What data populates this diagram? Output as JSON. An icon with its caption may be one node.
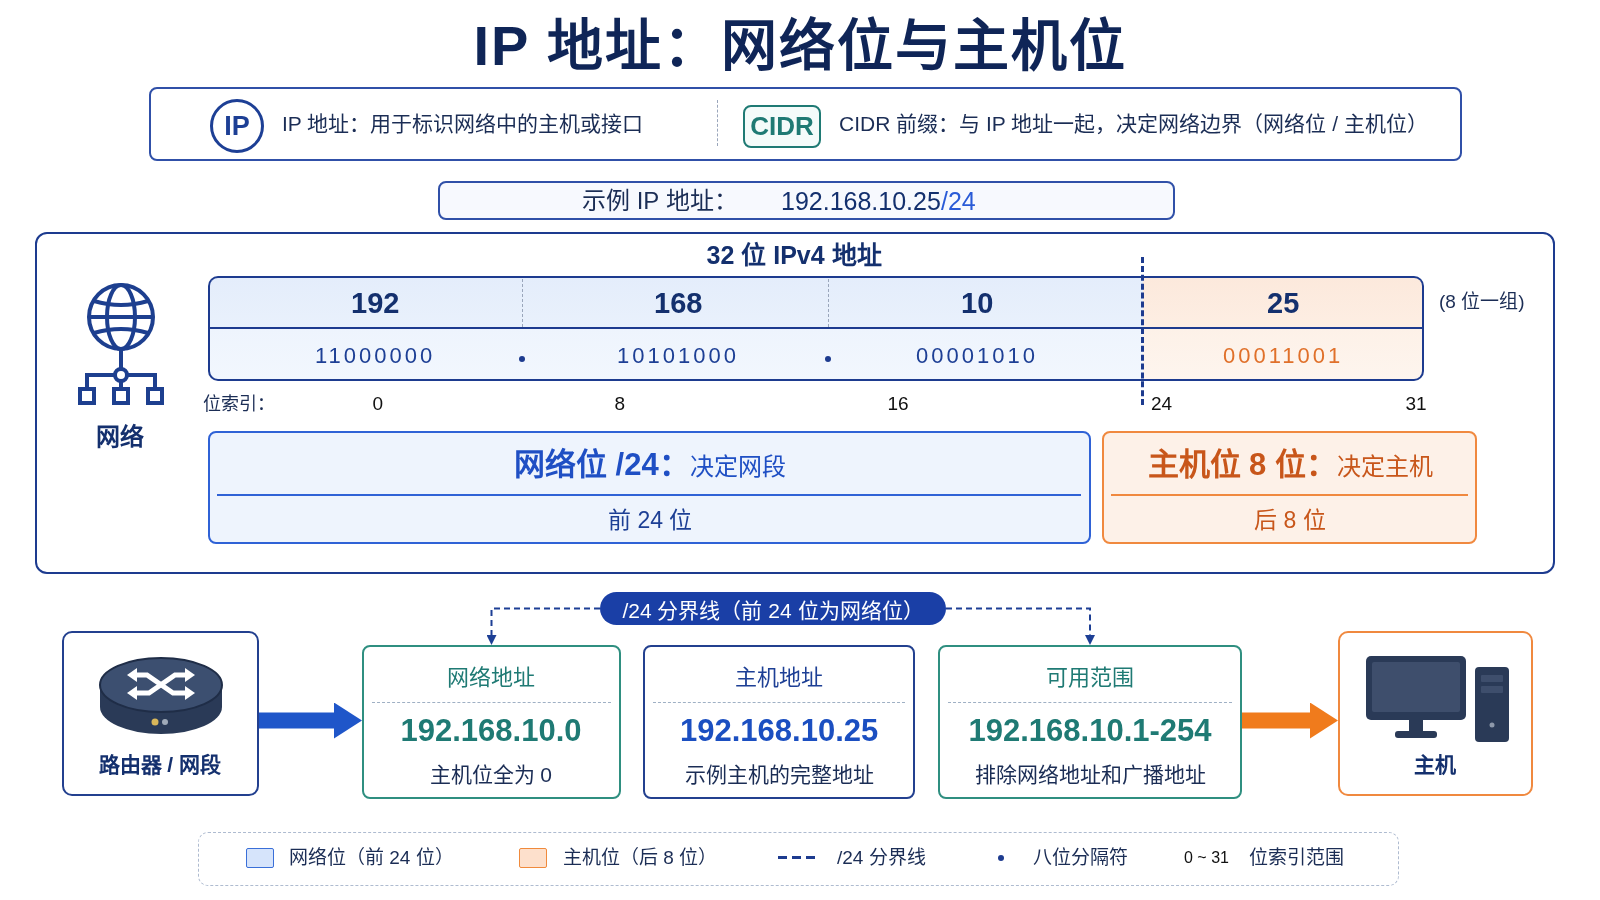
{
  "diagram": {
    "title": "IP 地址：网络位与主机位",
    "nodes": [
      {
        "text": [
          "IP 地址：用于标识网络中的主机或接口",
          "CIDR 前缀：与 IP 地址一起，决定网络边界（网络位 / 主机位）"
        ]
      },
      {
        "text": [
          "IP"
        ],
        "in": 0
      },
      {
        "text": [
          "CIDR"
        ],
        "in": 0
      },
      {
        "text": [
          "示例 IP 地址：",
          "192.168.10.25",
          "/24"
        ]
      },
      {
        "text": [
          "32 位 IPv4 地址"
        ]
      },
      {
        "text": [
          "192",
          "11000000"
        ],
        "in": 4
      },
      {
        "text": [
          "168",
          "10101000"
        ],
        "in": 4
      },
      {
        "text": [
          "10",
          "00001010"
        ],
        "in": 4
      },
      {
        "text": [
          "25",
          "00011001"
        ],
        "in": 4
      },
      {
        "text": [
          "**网络位 /24：**决定网段",
          "前 24 位"
        ],
        "in": 4
      },
      {
        "text": [
          "**主机位 8 位：**决定主机",
          "后 8 位"
        ],
        "in": 4
      },
      {
        "text": [
          "/24 分界线（前 24 位为网络位）"
        ]
      },
      {
        "text": [
          "路由器 / 网段"
        ]
      },
      {
        "text": [
          "网络地址",
          "192.168.10.0",
          "主机位全为 0"
        ]
      },
      {
        "text": [
          "主机地址",
          "192.168.10.25",
          "示例主机的完整地址"
        ]
      },
      {
        "text": [
          "可用范围",
          "192.168.10.1-254",
          "排除网络地址和广播地址"
        ]
      },
      {
        "text": [
          "主机"
        ]
      }
    ],
    "edges": [
      {
        "from": 12,
        "to": 13,
        "arrow": "to",
        "style": "thick",
        "color": "#1f56c9"
      },
      {
        "from": 11,
        "to": 13,
        "arrow": "to",
        "style": "dashed"
      },
      {
        "from": 11,
        "to": 15,
        "arrow": "to",
        "style": "dashed"
      },
      {
        "from": 15,
        "to": 16,
        "arrow": "to",
        "style": "thick",
        "color": "#f07b1c"
      }
    ],
    "labels": [
      "(8 位一组)",
      "位索引：",
      "0",
      "8",
      "16",
      "24",
      "31",
      "网络",
      "0 ~ 31"
    ],
    "legend": [
      {
        "text": "网络位（前 24 位）",
        "color": "#d6e4fb"
      },
      {
        "text": "主机位（后 8 位）",
        "color": "#fde0cc"
      },
      {
        "text": "/24 分界线"
      },
      {
        "text": "八位分隔符"
      },
      {
        "text": "位索引范围"
      }
    ]
  }
}
